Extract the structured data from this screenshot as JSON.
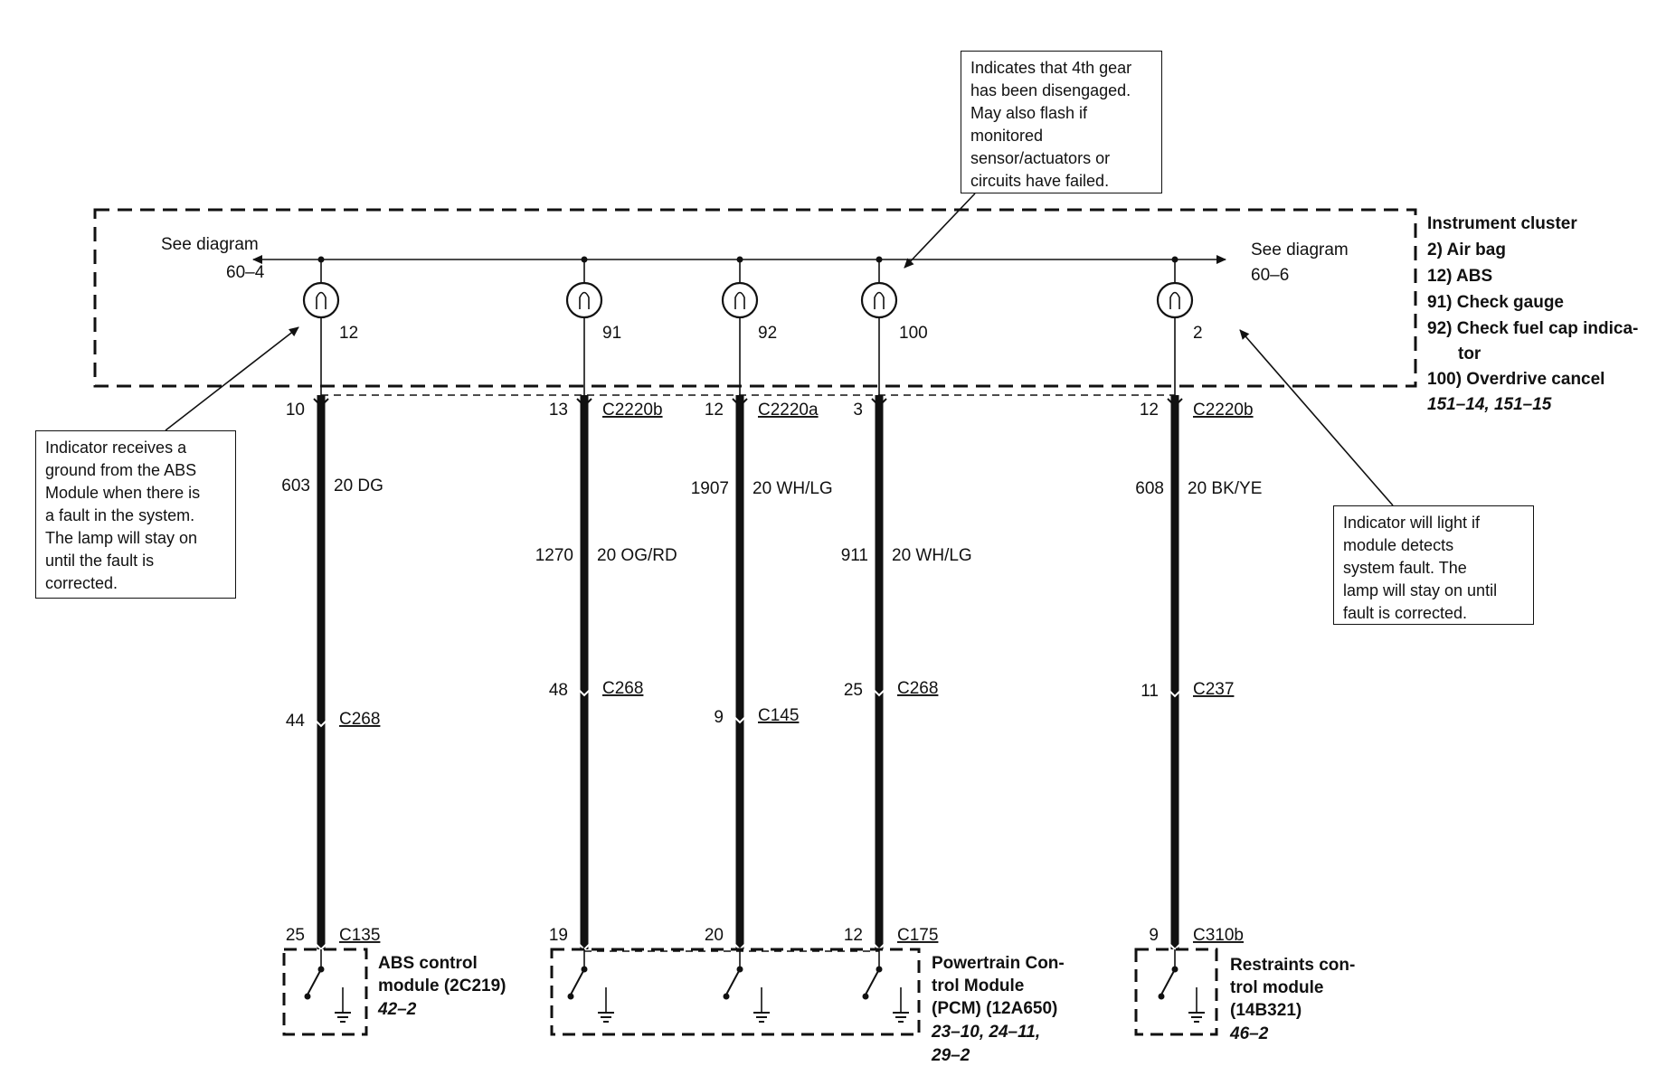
{
  "cluster": {
    "title": "Instrument cluster",
    "items": [
      "2)    Air bag",
      "12)  ABS",
      "91)  Check gauge",
      "92)  Check fuel cap indica-",
      "tor",
      "100)     Overdrive cancel"
    ],
    "refs": "151–14, 151–15"
  },
  "see_left": {
    "label": "See diagram",
    "ref": "60–4"
  },
  "see_right": {
    "label": "See diagram",
    "ref": "60–6"
  },
  "lamps": [
    "12",
    "91",
    "92",
    "100",
    "2"
  ],
  "wires": [
    {
      "top_pin": "10",
      "top_conn": "",
      "circuit": "603",
      "color": "20 DG",
      "mid_pin": "44",
      "mid_conn": "C268",
      "bot_pin": "25",
      "bot_conn": "C135"
    },
    {
      "top_pin": "13",
      "top_conn": "C2220b",
      "circuit": "1270",
      "color": "20 OG/RD",
      "mid_pin": "48",
      "mid_conn": "C268",
      "bot_pin": "19",
      "bot_conn": ""
    },
    {
      "top_pin": "12",
      "top_conn": "C2220a",
      "circuit": "1907",
      "color": "20 WH/LG",
      "mid_pin": "9",
      "mid_conn": "C145",
      "bot_pin": "20",
      "bot_conn": ""
    },
    {
      "top_pin": "3",
      "top_conn": "",
      "circuit": "911",
      "color": "20 WH/LG",
      "mid_pin": "25",
      "mid_conn": "C268",
      "bot_pin": "12",
      "bot_conn": "C175"
    },
    {
      "top_pin": "12",
      "top_conn": "C2220b",
      "circuit": "608",
      "color": "20 BK/YE",
      "mid_pin": "11",
      "mid_conn": "C237",
      "bot_pin": "9",
      "bot_conn": "C310b"
    }
  ],
  "modules": {
    "abs": {
      "lines": [
        "ABS control",
        "module (2C219)"
      ],
      "refs": "42–2"
    },
    "pcm": {
      "lines": [
        "Powertrain Con-",
        "trol Module",
        "(PCM) (12A650)"
      ],
      "refs": [
        "23–10, 24–11,",
        "29–2"
      ]
    },
    "rcm": {
      "lines": [
        "Restraints con-",
        "trol module",
        "(14B321)"
      ],
      "refs": "46–2"
    }
  },
  "notes": {
    "top": [
      "Indicates that 4th gear",
      "has been disengaged.",
      "May also flash if",
      "monitored",
      "sensor/actuators or",
      "circuits have failed."
    ],
    "left": [
      "Indicator receives a",
      "ground from the ABS",
      "Module when there is",
      "a fault in the system.",
      "The lamp will stay on",
      "until the fault is",
      "corrected."
    ],
    "right": [
      "Indicator will light if",
      "module detects",
      "system fault.  The",
      "lamp will stay on until",
      "fault is corrected."
    ]
  }
}
